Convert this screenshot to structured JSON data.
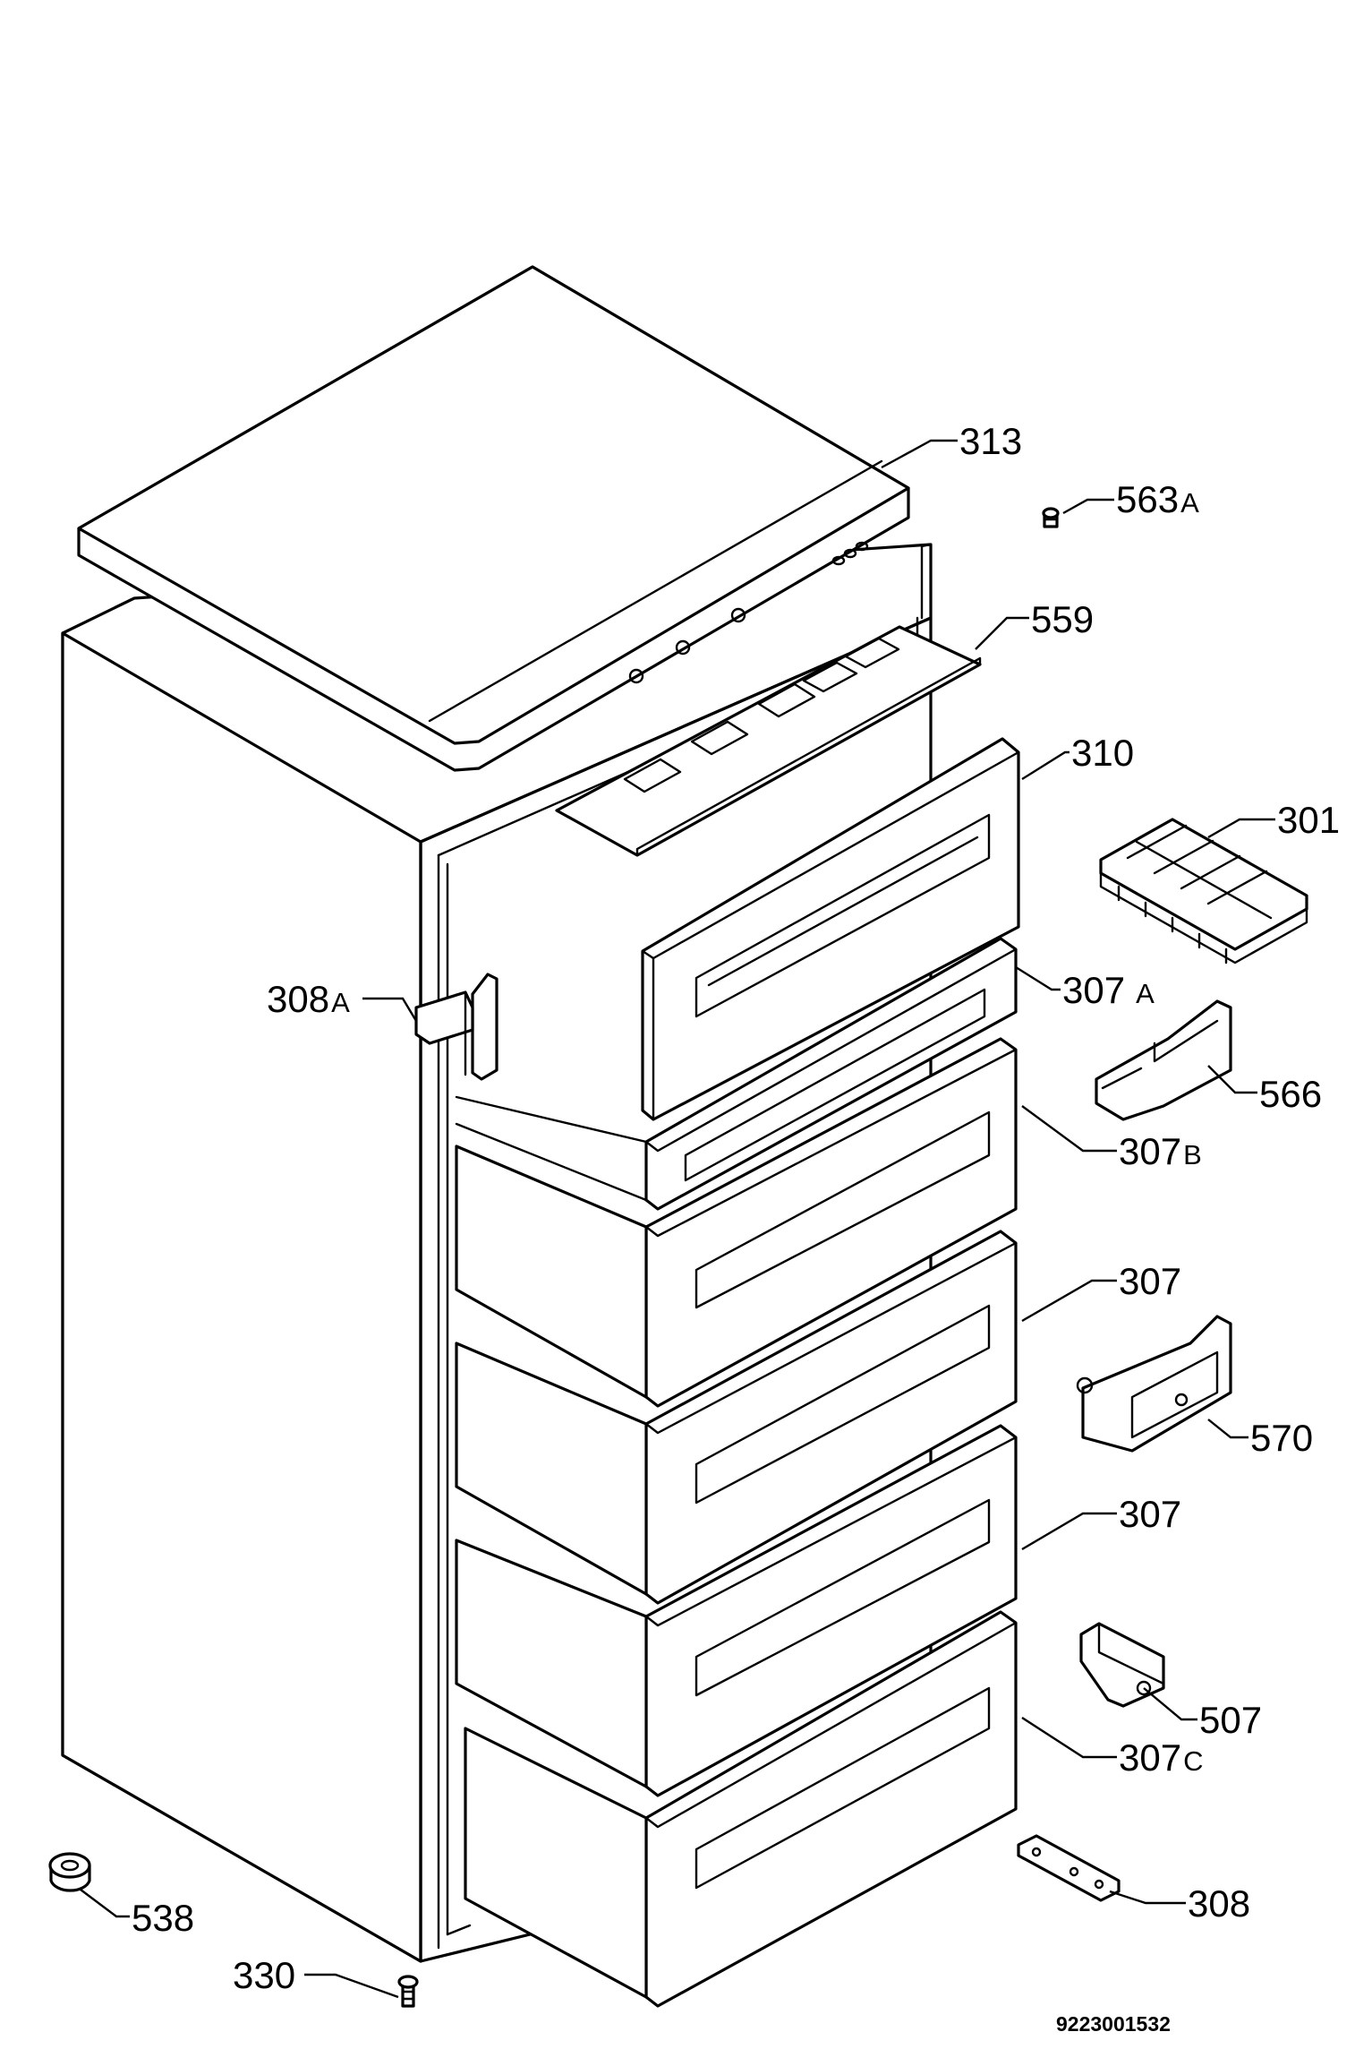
{
  "labels": {
    "313": "313",
    "563a_num": "563",
    "563a_suf": "A",
    "559": "559",
    "310": "310",
    "301": "301",
    "308a_num": "308",
    "308a_suf": "A",
    "307a_num": "307",
    "307a_suf": "A",
    "566": "566",
    "307b_num": "307",
    "307b_suf": "B",
    "307_1": "307",
    "570": "570",
    "307_2": "307",
    "507": "507",
    "307c_num": "307",
    "307c_suf": "C",
    "538": "538",
    "308": "308",
    "330": "330"
  },
  "diagram_code": "9223001532"
}
